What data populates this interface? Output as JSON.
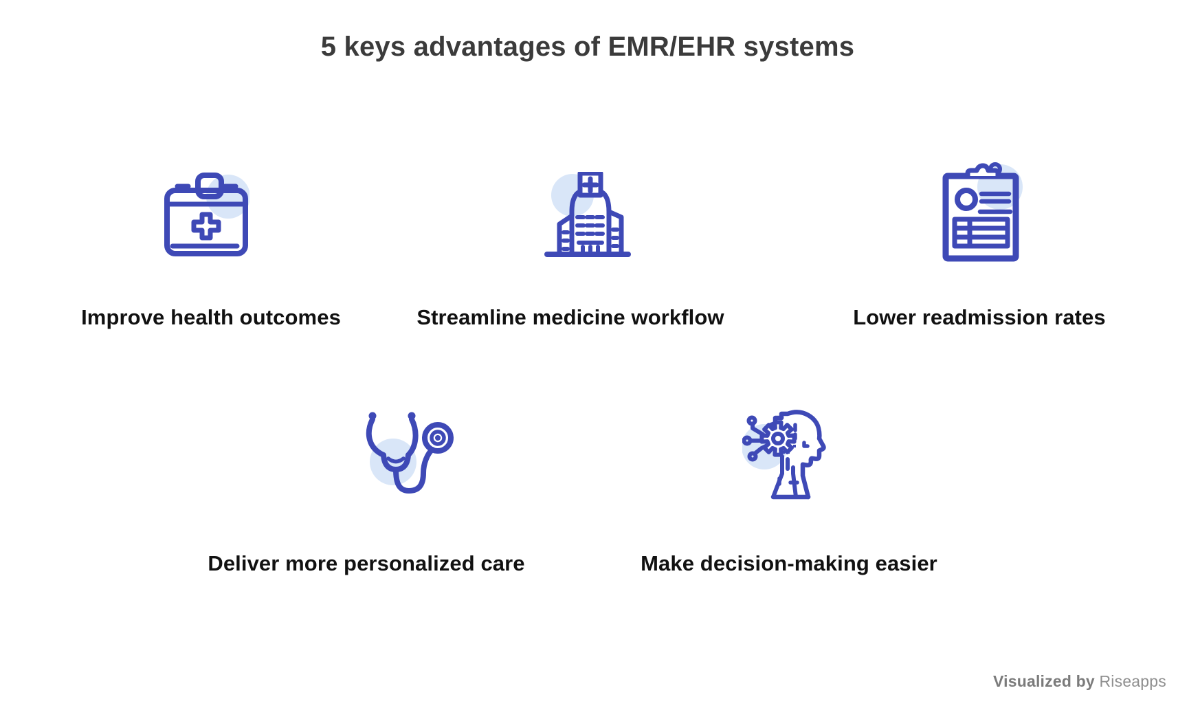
{
  "title": "5 keys advantages of EMR/EHR systems",
  "features": [
    {
      "icon": "first-aid-kit-icon",
      "label": "Improve health outcomes"
    },
    {
      "icon": "hospital-icon",
      "label": "Streamline medicine workflow"
    },
    {
      "icon": "clipboard-icon",
      "label": "Lower readmission rates"
    },
    {
      "icon": "stethoscope-icon",
      "label": "Deliver more personalized care"
    },
    {
      "icon": "ai-head-icon",
      "label": "Make decision-making easier"
    }
  ],
  "footer": {
    "prefix": "Visualized by",
    "brand": "Riseapps"
  },
  "colors": {
    "icon_stroke": "#3E49B6",
    "icon_accent": "#D9E6F8",
    "title": "#3B3B3B",
    "label": "#111111",
    "footer_prefix": "#7B7B7B",
    "footer_brand": "#8F8F8F"
  }
}
